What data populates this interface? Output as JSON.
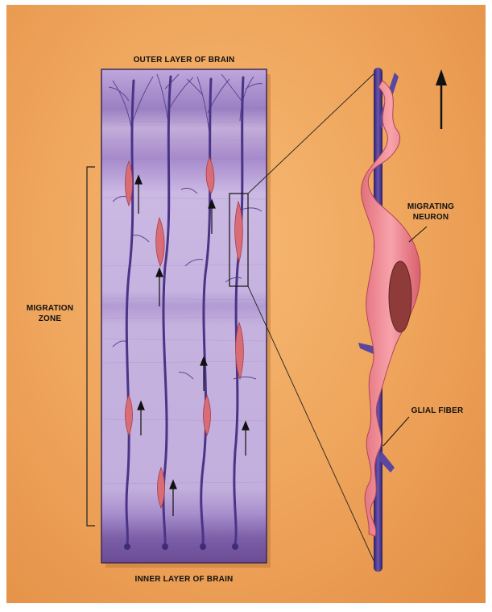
{
  "labels": {
    "outer_layer": "OUTER LAYER OF BRAIN",
    "inner_layer": "INNER LAYER OF BRAIN",
    "migration_zone_line1": "MIGRATION",
    "migration_zone_line2": "ZONE",
    "migrating_neuron_line1": "MIGRATING",
    "migrating_neuron_line2": "NEURON",
    "glial_fiber": "GLIAL FIBER"
  },
  "colors": {
    "background": "#eea35a",
    "tissue_light": "#c7b2e0",
    "tissue_dark": "#8d6fb2",
    "fiber": "#4b3487",
    "neuron": "#f08a94",
    "neuron_dark": "#c24a5a",
    "nucleus": "#8e3b3a"
  },
  "icons": {
    "direction_arrow": "up-arrow-icon"
  }
}
